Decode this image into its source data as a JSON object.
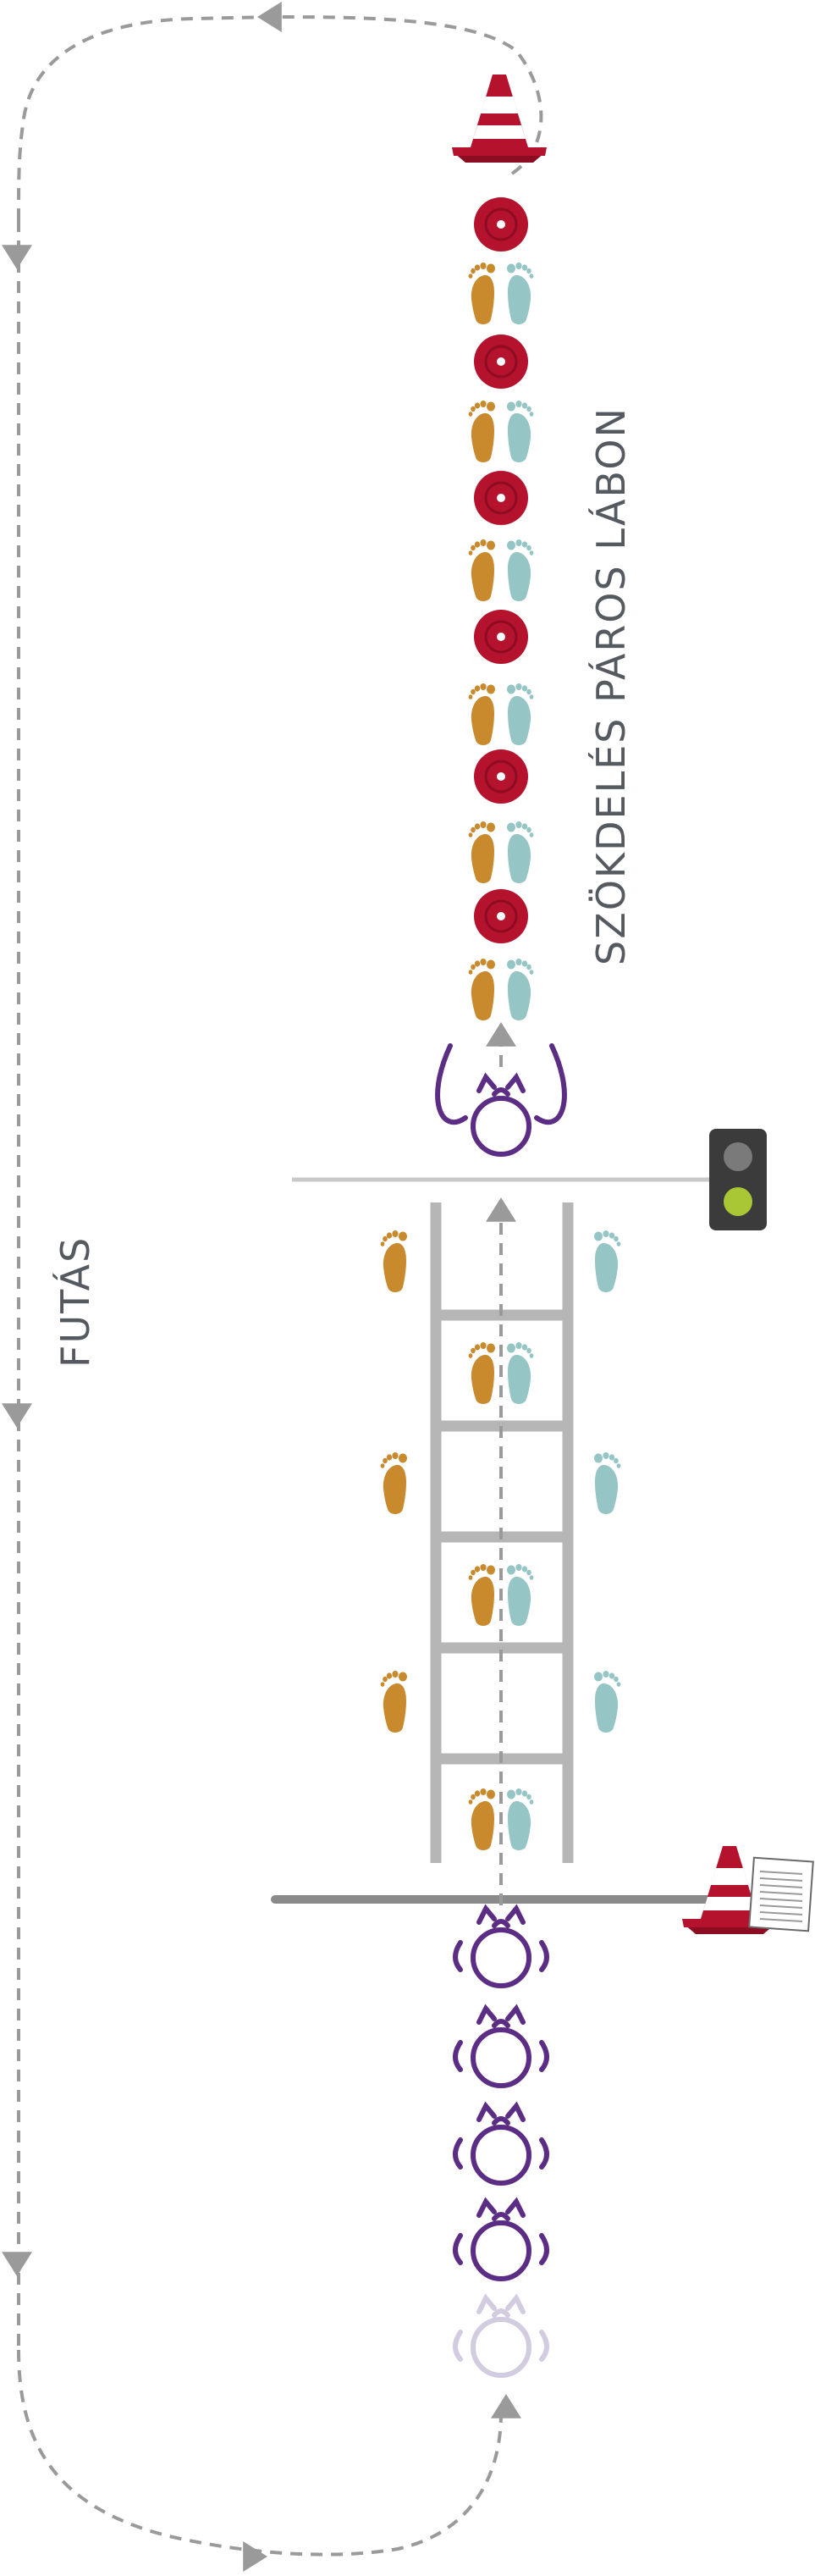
{
  "labels": {
    "skip": "SZÖKDELÉS PÁROS LÁBON",
    "run": "FUTÁS"
  },
  "colors": {
    "left_foot": "#c98a2e",
    "right_foot": "#95c5c4",
    "disc": "#b5122e",
    "cone_red": "#b5122e",
    "cone_white": "#ffffff",
    "player": "#5b2d84",
    "player_faded": "#d3cbe0",
    "ladder": "#b6b6b6",
    "path": "#9a9a9a",
    "start_line": "#8a8a8a",
    "finish_line": "#c9c9c9",
    "light_body": "#3b3b3b",
    "light_red_off": "#7a7a7a",
    "light_green_on": "#a9c735"
  },
  "drill": {
    "disc_count": 6,
    "ladder_rungs": 5,
    "waiting_players": 4,
    "faded_players": 1
  },
  "icons": [
    "cone-icon",
    "disc-icon",
    "footprint-icon",
    "player-icon",
    "traffic-light-icon",
    "clipboard-icon",
    "arrow-icon"
  ]
}
